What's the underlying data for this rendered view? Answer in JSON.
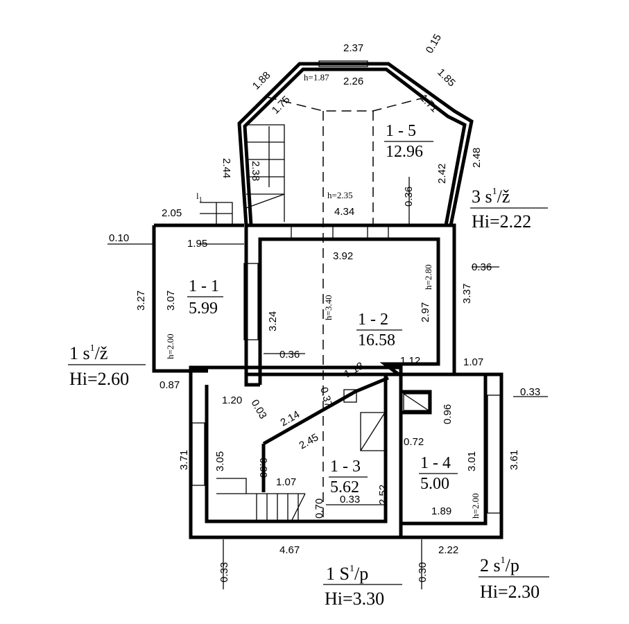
{
  "rooms": [
    {
      "id": "1 - 1",
      "area": "5.99"
    },
    {
      "id": "1 - 2",
      "area": "16.58"
    },
    {
      "id": "1 - 3",
      "area": "5.62"
    },
    {
      "id": "1 - 4",
      "area": "5.00"
    },
    {
      "id": "1 - 5",
      "area": "12.96"
    }
  ],
  "zones": [
    {
      "num": "3 s",
      "sup": "1",
      "suffix": "/ž",
      "hi": "Hi=2.22"
    },
    {
      "num": "1 s",
      "sup": "1",
      "suffix": "/ž",
      "hi": "Hi=2.60"
    },
    {
      "num": "1 S",
      "sup": "1",
      "suffix": "/p",
      "hi": "Hi=3.30"
    },
    {
      "num": "2 s",
      "sup": "1",
      "suffix": "/p",
      "hi": "Hi=2.30"
    }
  ],
  "stair_mark": {
    "letter": "l",
    "sub": "1"
  },
  "dimensions": [
    "2.37",
    "0.15",
    "1.88",
    "1.85",
    "h=1.87",
    "2.26",
    "1.75",
    "1.71",
    "2.48",
    "2.42",
    "2.44",
    "2.38",
    "h=2.35",
    "4.34",
    "0.36",
    "2.05",
    "1.95",
    "0.10",
    "3.27",
    "3.07",
    "h=2.00",
    "3.24",
    "3.92",
    "h=3.40",
    "2.97",
    "h=2.80",
    "3.37",
    "0.36",
    "0.36",
    "0.87",
    "1.18",
    "1.12",
    "1.07",
    "0.33",
    "0.96",
    "1.20",
    "0.03",
    "2.14",
    "0.37",
    "2.45",
    "0.72",
    "3.71",
    "3.05",
    "0.90",
    "1.07",
    "0.70",
    "0.33",
    "2.52",
    "3.01",
    "3.61",
    "h=2.00",
    "1.89",
    "4.67",
    "0.33",
    "0.30",
    "2.22"
  ]
}
